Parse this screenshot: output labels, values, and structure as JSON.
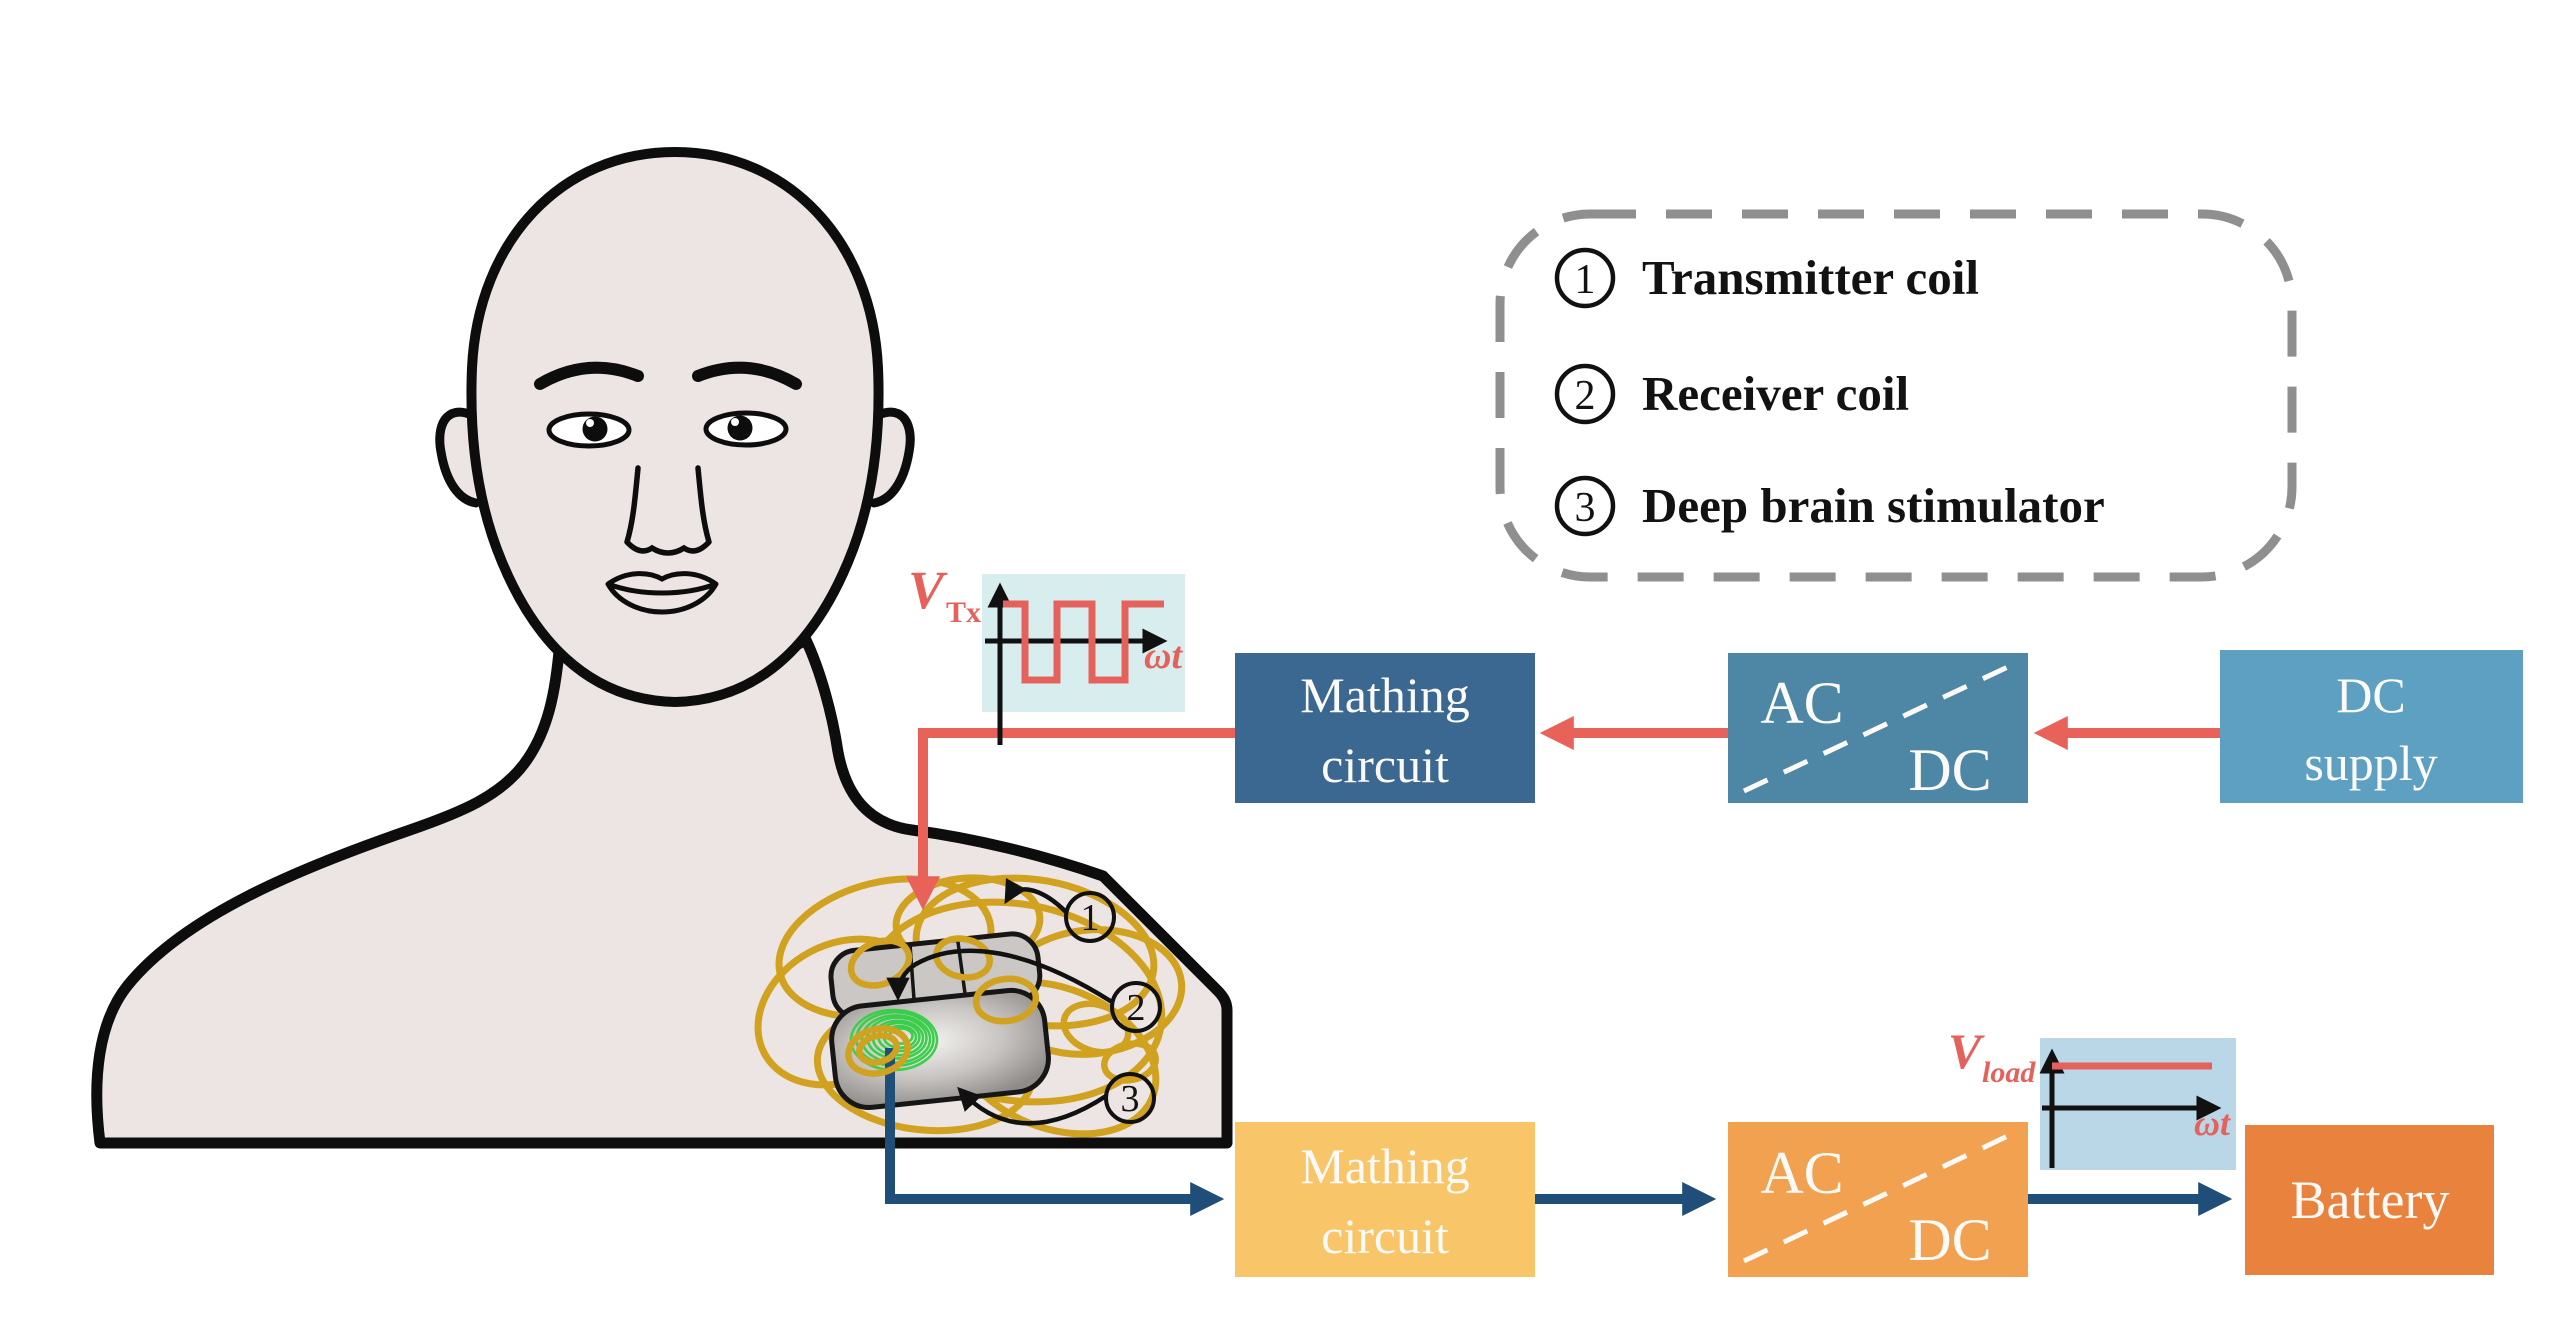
{
  "legend": {
    "items": [
      {
        "num": "1",
        "label": "Transmitter coil"
      },
      {
        "num": "2",
        "label": "Receiver coil"
      },
      {
        "num": "3",
        "label": "Deep brain stimulator"
      }
    ]
  },
  "callouts": {
    "nums": [
      "1",
      "2",
      "3"
    ]
  },
  "external_chain": {
    "matching_circuit": {
      "line1": "Mathing",
      "line2": "circuit"
    },
    "ac_dc_converter": {
      "ac": "AC",
      "dc": "DC"
    },
    "dc_supply": {
      "line1": "DC",
      "line2": "supply"
    }
  },
  "implant_chain": {
    "matching_circuit": {
      "line1": "Mathing",
      "line2": "circuit"
    },
    "ac_dc_converter": {
      "ac": "AC",
      "dc": "DC"
    },
    "battery": {
      "label": "Battery"
    }
  },
  "waveforms": {
    "tx": {
      "v_label": "V",
      "v_sub": "Tx",
      "x_label": "ωt",
      "shape": "square-wave"
    },
    "load": {
      "v_label": "V",
      "v_sub": "load",
      "x_label": "ωt",
      "shape": "constant-dc"
    }
  },
  "colors": {
    "external_arrow": "#E8625A",
    "implant_arrow": "#1F4E79",
    "matching_top": "#3A6890",
    "acdc_top": "#4E87A6",
    "dc_supply": "#5EA0C2",
    "matching_bottom": "#F8C569",
    "acdc_bottom": "#F1A150",
    "battery": "#E8823D",
    "transmitter_coil": "#D0A21F",
    "receiver_coil": "#3BCE4A",
    "tx_wave_bg": "#D7EDEE",
    "load_wave_bg": "#B9D7E7",
    "wave_signal": "#E4625B",
    "legend_border": "#8F8F8F",
    "skin": "#EDE5E3",
    "outline": "#0D0D0D"
  }
}
